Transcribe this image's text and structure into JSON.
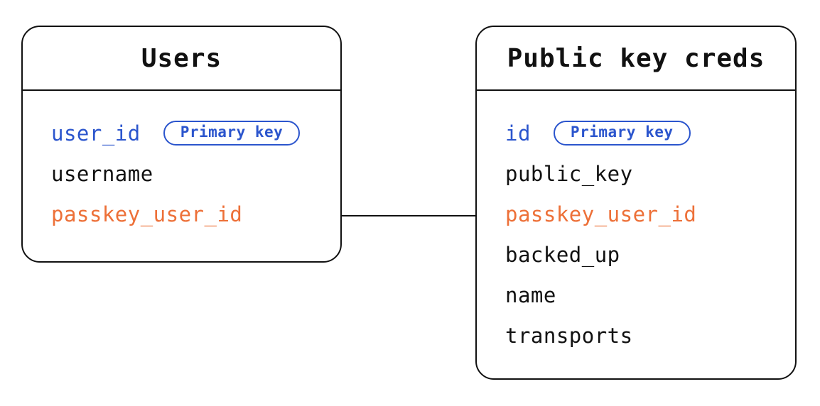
{
  "diagram": {
    "type": "entity-relationship",
    "colors": {
      "primary_key": "#2b55cd",
      "foreign_key": "#ed7038",
      "line": "#111111",
      "text": "#111111",
      "background": "#ffffff"
    },
    "tables": [
      {
        "name": "Users",
        "fields": [
          {
            "name": "user_id",
            "role": "primary",
            "badge": "Primary key"
          },
          {
            "name": "username",
            "role": "normal"
          },
          {
            "name": "passkey_user_id",
            "role": "foreign"
          }
        ]
      },
      {
        "name": "Public key creds",
        "fields": [
          {
            "name": "id",
            "role": "primary",
            "badge": "Primary key"
          },
          {
            "name": "public_key",
            "role": "normal"
          },
          {
            "name": "passkey_user_id",
            "role": "foreign"
          },
          {
            "name": "backed_up",
            "role": "normal"
          },
          {
            "name": "name",
            "role": "normal"
          },
          {
            "name": "transports",
            "role": "normal"
          }
        ]
      }
    ],
    "relationship": {
      "from": "Users.passkey_user_id",
      "to": "Public key creds.passkey_user_id"
    }
  }
}
